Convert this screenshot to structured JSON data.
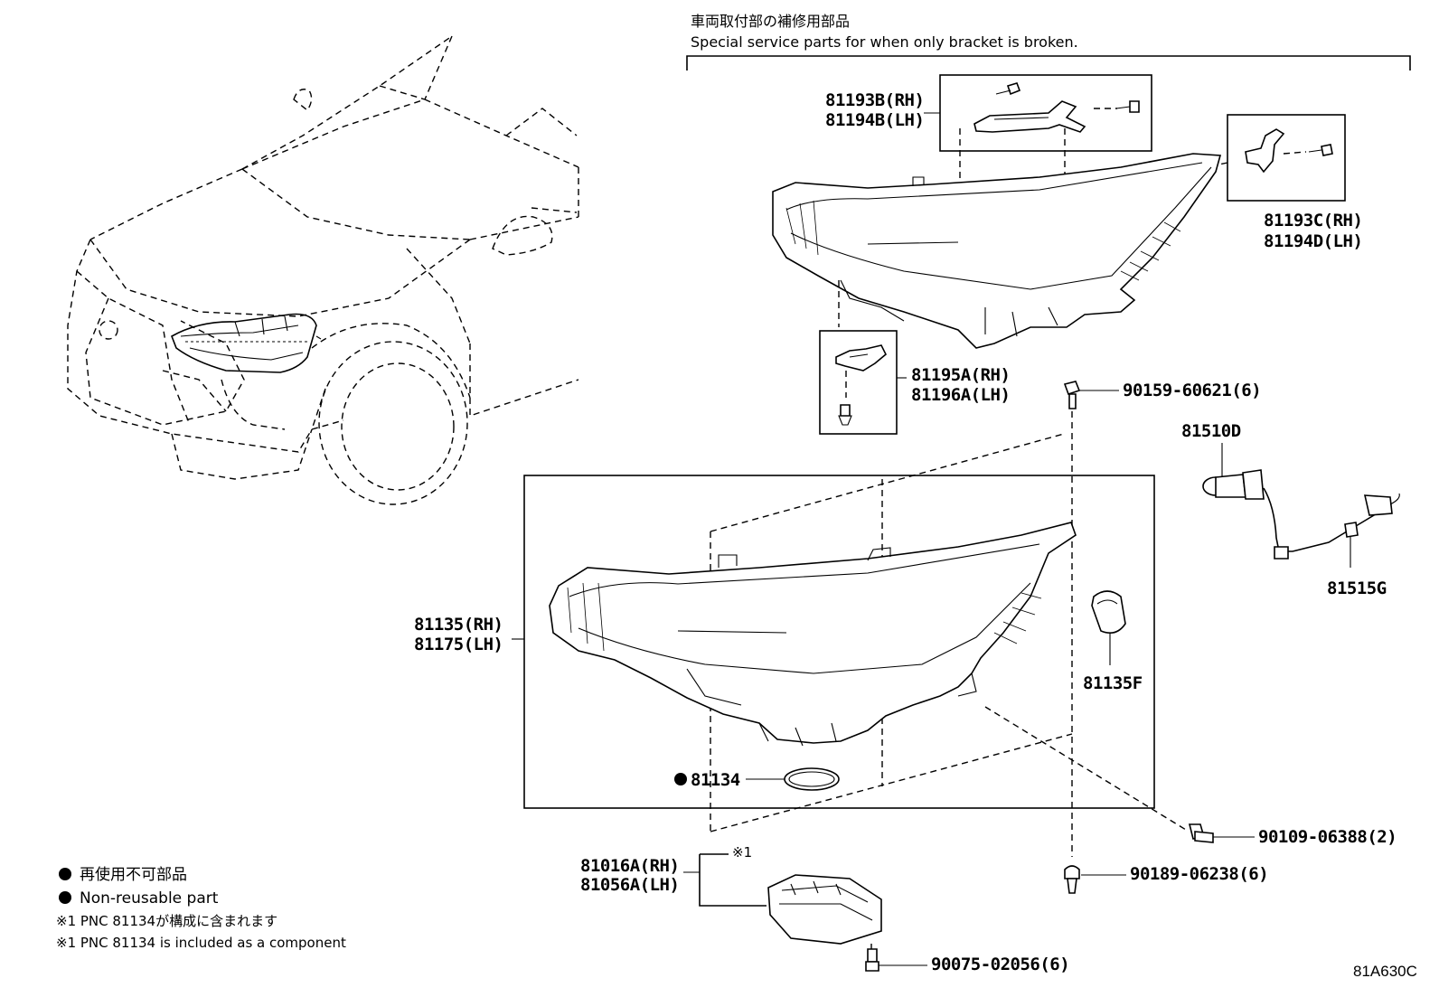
{
  "header": {
    "jp": "車両取付部の補修用部品",
    "en": "Special service parts for when only bracket is broken."
  },
  "labels": {
    "p81193b": "81193B(RH)",
    "p81194b": "81194B(LH)",
    "p81193c": "81193C(RH)",
    "p81194d": "81194D(LH)",
    "p81195a": "81195A(RH)",
    "p81196a": "81196A(LH)",
    "p90159": "90159-60621(6)",
    "p81510d": "81510D",
    "p81515g": "81515G",
    "p81135": "81135(RH)",
    "p81175": "81175(LH)",
    "p81135f": "81135F",
    "p81134": "81134",
    "p90109": "90109-06388(2)",
    "p81016a": "81016A(RH)",
    "p81056a": "81056A(LH)",
    "note_ref": "※1",
    "p90189": "90189-06238(6)",
    "p90075": "90075-02056(6)"
  },
  "legend": {
    "nonreuse_jp": "再使用不可部品",
    "nonreuse_en": "Non-reusable part",
    "note1_jp": "※1 PNC 81134が構成に含まれます",
    "note1_en": "※1 PNC 81134 is included as a component"
  },
  "illustration_code": "81A630C"
}
